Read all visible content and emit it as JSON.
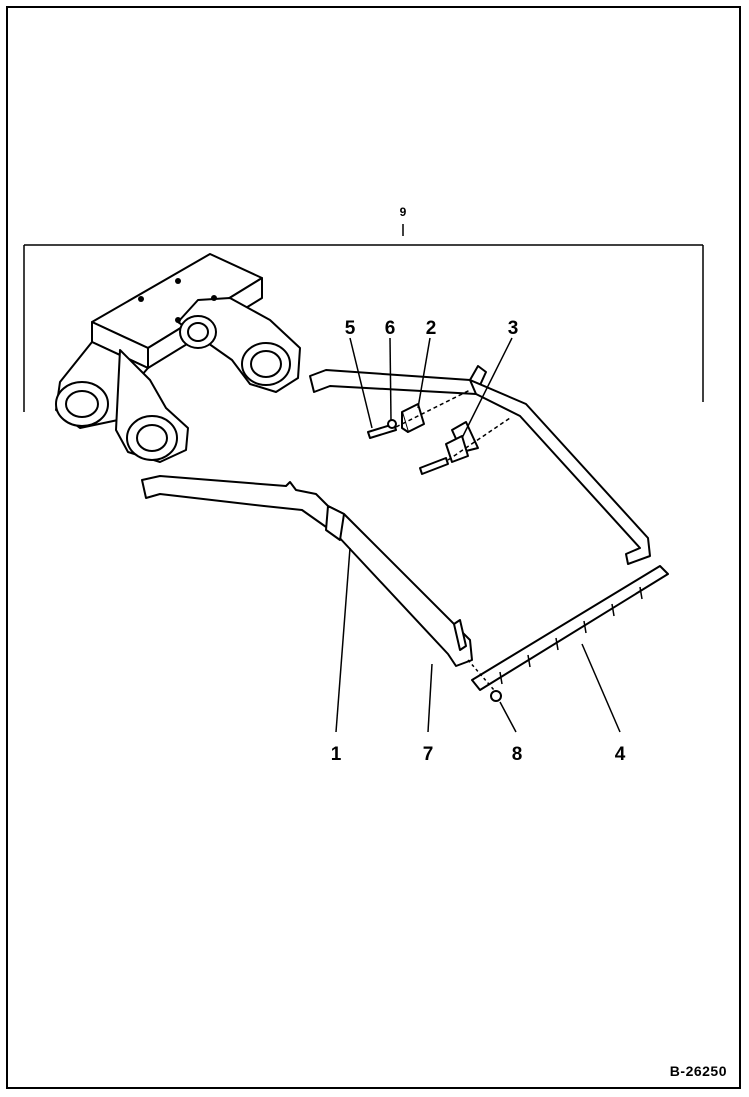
{
  "figure": {
    "id_label": "B-26250",
    "callouts": [
      {
        "key": "c9",
        "text": "9"
      },
      {
        "key": "c5",
        "text": "5"
      },
      {
        "key": "c6",
        "text": "6"
      },
      {
        "key": "c2",
        "text": "2"
      },
      {
        "key": "c3",
        "text": "3"
      },
      {
        "key": "c1",
        "text": "1"
      },
      {
        "key": "c7",
        "text": "7"
      },
      {
        "key": "c8",
        "text": "8"
      },
      {
        "key": "c4",
        "text": "4"
      }
    ]
  },
  "colors": {
    "line": "#000000",
    "background": "#ffffff"
  }
}
